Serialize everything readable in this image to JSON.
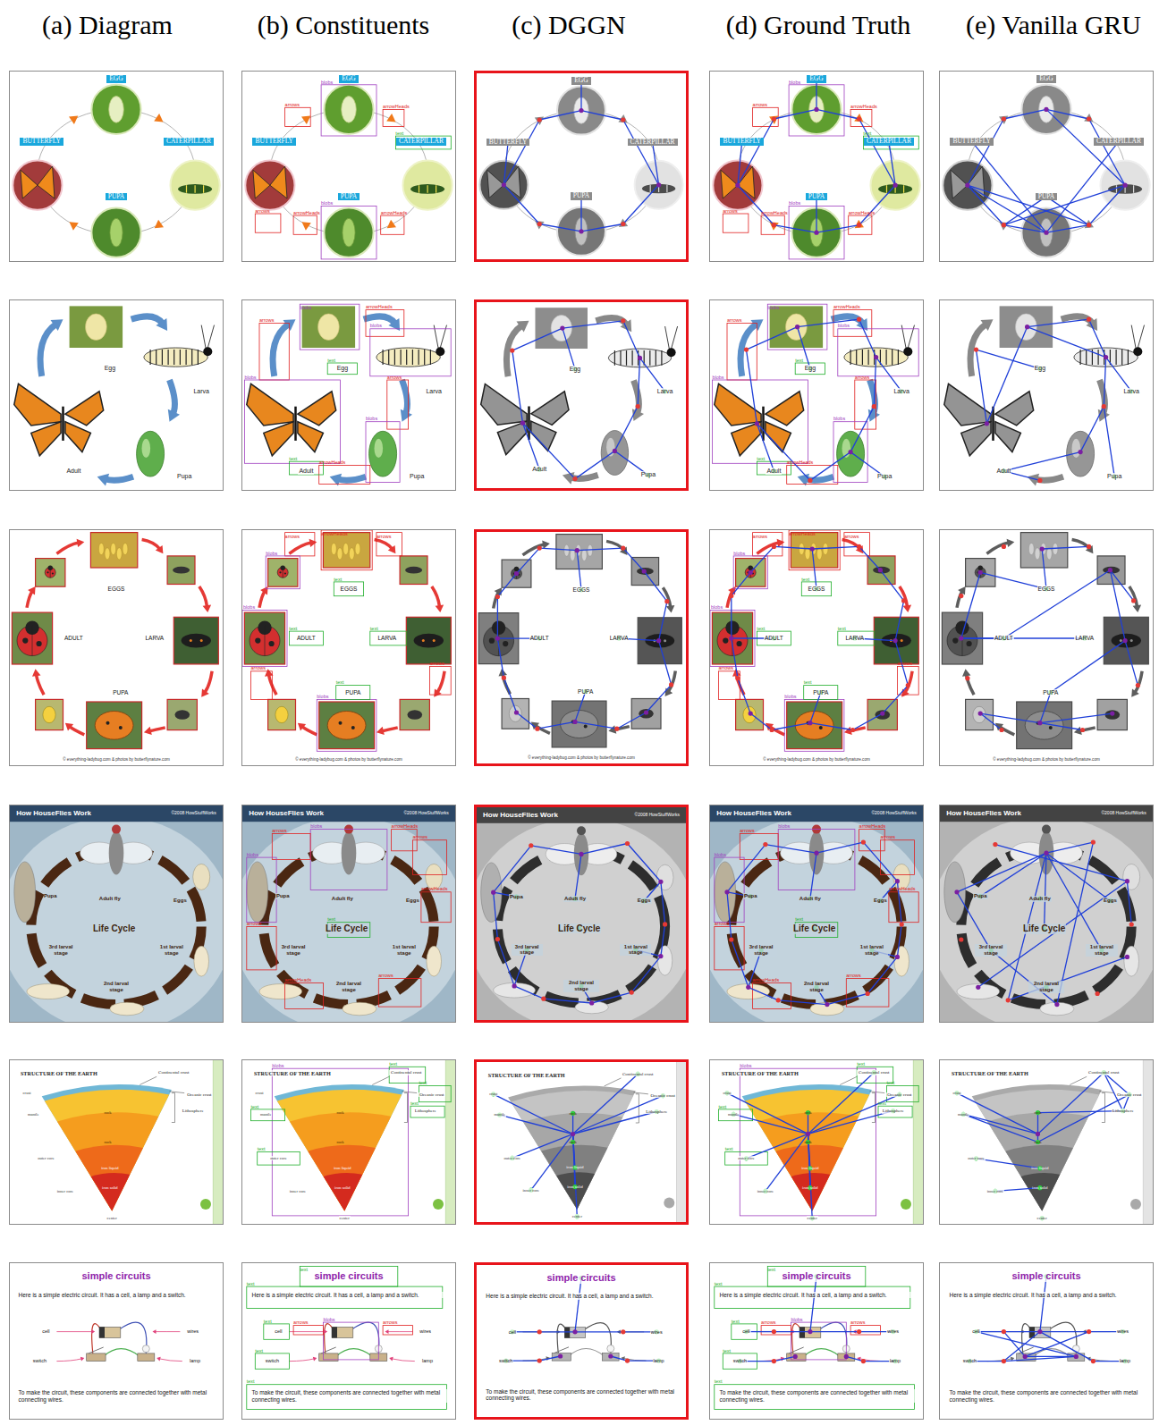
{
  "diagram": {
    "labels": [
      "(a) Diagram",
      "(b) Constituents",
      "(c) DGGN",
      "(d) Ground Truth",
      "(e) Vanilla GRU",
      "EGG",
      "BUTTERFLY",
      "CATERPILLAR",
      "PUPA",
      "EGG",
      "BUTTERFLY",
      "CATERPILLAR",
      "PUPA",
      "blobs",
      "arrows",
      "arrows",
      "arrowHeads",
      "text",
      "blobs",
      "arrowHeads",
      "arrowHeads",
      "EGG",
      "BUTTERFLY",
      "CATERPILLAR",
      "PUPA",
      "EGG",
      "BUTTERFLY",
      "CATERPILLAR",
      "PUPA",
      "blobs",
      "arrows",
      "arrows",
      "arrowHeads",
      "text",
      "blobs",
      "arrowHeads",
      "arrowHeads",
      "EGG",
      "BUTTERFLY",
      "CATERPILLAR",
      "PUPA",
      "Egg",
      "Larva",
      "Pupa",
      "Adult",
      "Egg",
      "Larva",
      "Pupa",
      "Adult",
      "blobs",
      "arrows",
      "arrowHeads",
      "arrows",
      "blobs",
      "text",
      "blobs",
      "arrowHeads",
      "blobs",
      "text",
      "Egg",
      "Larva",
      "Pupa",
      "Adult",
      "Egg",
      "Larva",
      "Pupa",
      "Adult",
      "blobs",
      "arrows",
      "arrowHeads",
      "arrows",
      "blobs",
      "text",
      "blobs",
      "arrowHeads",
      "blobs",
      "text",
      "Egg",
      "Larva",
      "Pupa",
      "Adult",
      "EGGS",
      "ADULT",
      "LARVA",
      "PUPA",
      "© everything-ladybug.com & photos by butterflynature.com",
      "EGGS",
      "ADULT",
      "LARVA",
      "PUPA",
      "© everything-ladybug.com & photos by butterflynature.com",
      "arrows",
      "blobs",
      "arrowHeads",
      "arrows",
      "blobs",
      "text",
      "text",
      "text",
      "arrows",
      "blobs",
      "arrows",
      "text",
      "EGGS",
      "ADULT",
      "LARVA",
      "PUPA",
      "© everything-ladybug.com & photos by butterflynature.com",
      "EGGS",
      "ADULT",
      "LARVA",
      "PUPA",
      "© everything-ladybug.com & photos by butterflynature.com",
      "arrows",
      "blobs",
      "arrowHeads",
      "arrows",
      "blobs",
      "text",
      "text",
      "text",
      "arrows",
      "blobs",
      "arrows",
      "text",
      "EGGS",
      "ADULT",
      "LARVA",
      "PUPA",
      "© everything-ladybug.com & photos by butterflynature.com",
      "How HouseFlies Work",
      "©2008 HowStuffWorks",
      "Pupa",
      "Adult fly",
      "Eggs",
      "Life Cycle",
      "3rd larval stage",
      "1st larval stage",
      "2nd larval stage",
      "How HouseFlies Work",
      "©2008 HowStuffWorks",
      "Pupa",
      "Adult fly",
      "Eggs",
      "Life Cycle",
      "3rd larval stage",
      "1st larval stage",
      "2nd larval stage",
      "blobs",
      "arrows",
      "arrowHeads",
      "arrows",
      "blobs",
      "arrowHeads",
      "arrows",
      "text",
      "arrowHeads",
      "arrows",
      "How HouseFlies Work",
      "©2008 HowStuffWorks",
      "Pupa",
      "Adult fly",
      "Eggs",
      "Life Cycle",
      "3rd larval stage",
      "1st larval stage",
      "2nd larval stage",
      "How HouseFlies Work",
      "©2008 HowStuffWorks",
      "Pupa",
      "Adult fly",
      "Eggs",
      "Life Cycle",
      "3rd larval stage",
      "1st larval stage",
      "2nd larval stage",
      "blobs",
      "arrows",
      "arrowHeads",
      "arrows",
      "blobs",
      "arrowHeads",
      "arrows",
      "text",
      "arrowHeads",
      "arrows",
      "How HouseFlies Work",
      "©2008 HowStuffWorks",
      "Pupa",
      "Adult fly",
      "Eggs",
      "Life Cycle",
      "3rd larval stage",
      "1st larval stage",
      "2nd larval stage",
      "STRUCTURE OF THE EARTH",
      "Continental crust",
      "Oceanic crust",
      "Lithosphere",
      "crust",
      "mantle",
      "outer core",
      "inner core",
      "rock",
      "rock",
      "iron liquid",
      "iron solid",
      "center",
      "STRUCTURE OF THE EARTH",
      "Continental crust",
      "Oceanic crust",
      "Lithosphere",
      "crust",
      "mantle",
      "outer core",
      "inner core",
      "rock",
      "rock",
      "iron liquid",
      "iron solid",
      "center",
      "blobs",
      "text",
      "text",
      "text",
      "text",
      "text",
      "STRUCTURE OF THE EARTH",
      "Continental crust",
      "Oceanic crust",
      "Lithosphere",
      "crust",
      "mantle",
      "outer core",
      "inner core",
      "rock",
      "rock",
      "iron liquid",
      "iron solid",
      "center",
      "STRUCTURE OF THE EARTH",
      "Continental crust",
      "Oceanic crust",
      "Lithosphere",
      "crust",
      "mantle",
      "outer core",
      "inner core",
      "rock",
      "rock",
      "iron liquid",
      "iron solid",
      "center",
      "blobs",
      "text",
      "text",
      "text",
      "text",
      "text",
      "STRUCTURE OF THE EARTH",
      "Continental crust",
      "Oceanic crust",
      "Lithosphere",
      "crust",
      "mantle",
      "outer core",
      "inner core",
      "rock",
      "rock",
      "iron liquid",
      "iron solid",
      "center",
      "simple circuits",
      "Here is a simple electric circuit. It has a cell, a lamp and a switch.",
      "cell",
      "wires",
      "switch",
      "lamp",
      "To make the circuit, these components are connected together with metal connecting wires.",
      "simple circuits",
      "Here is a simple electric circuit. It has a cell, a lamp and a switch.",
      "cell",
      "wires",
      "switch",
      "lamp",
      "To make the circuit, these components are connected together with metal connecting wires.",
      "text",
      "text",
      "blobs",
      "arrows",
      "arrows",
      "text",
      "text",
      "text",
      "simple circuits",
      "Here is a simple electric circuit. It has a cell, a lamp and a switch.",
      "cell",
      "wires",
      "switch",
      "lamp",
      "To make the circuit, these components are connected together with metal connecting wires.",
      "simple circuits",
      "Here is a simple electric circuit. It has a cell, a lamp and a switch.",
      "cell",
      "wires",
      "switch",
      "lamp",
      "To make the circuit, these components are connected together with metal connecting wires.",
      "text",
      "text",
      "blobs",
      "arrows",
      "arrows",
      "text",
      "text",
      "text",
      "simple circuits",
      "Here is a simple electric circuit. It has a cell, a lamp and a switch.",
      "cell",
      "wires",
      "switch",
      "lamp",
      "To make the circuit, these components are connected together with metal connecting wires."
    ]
  }
}
